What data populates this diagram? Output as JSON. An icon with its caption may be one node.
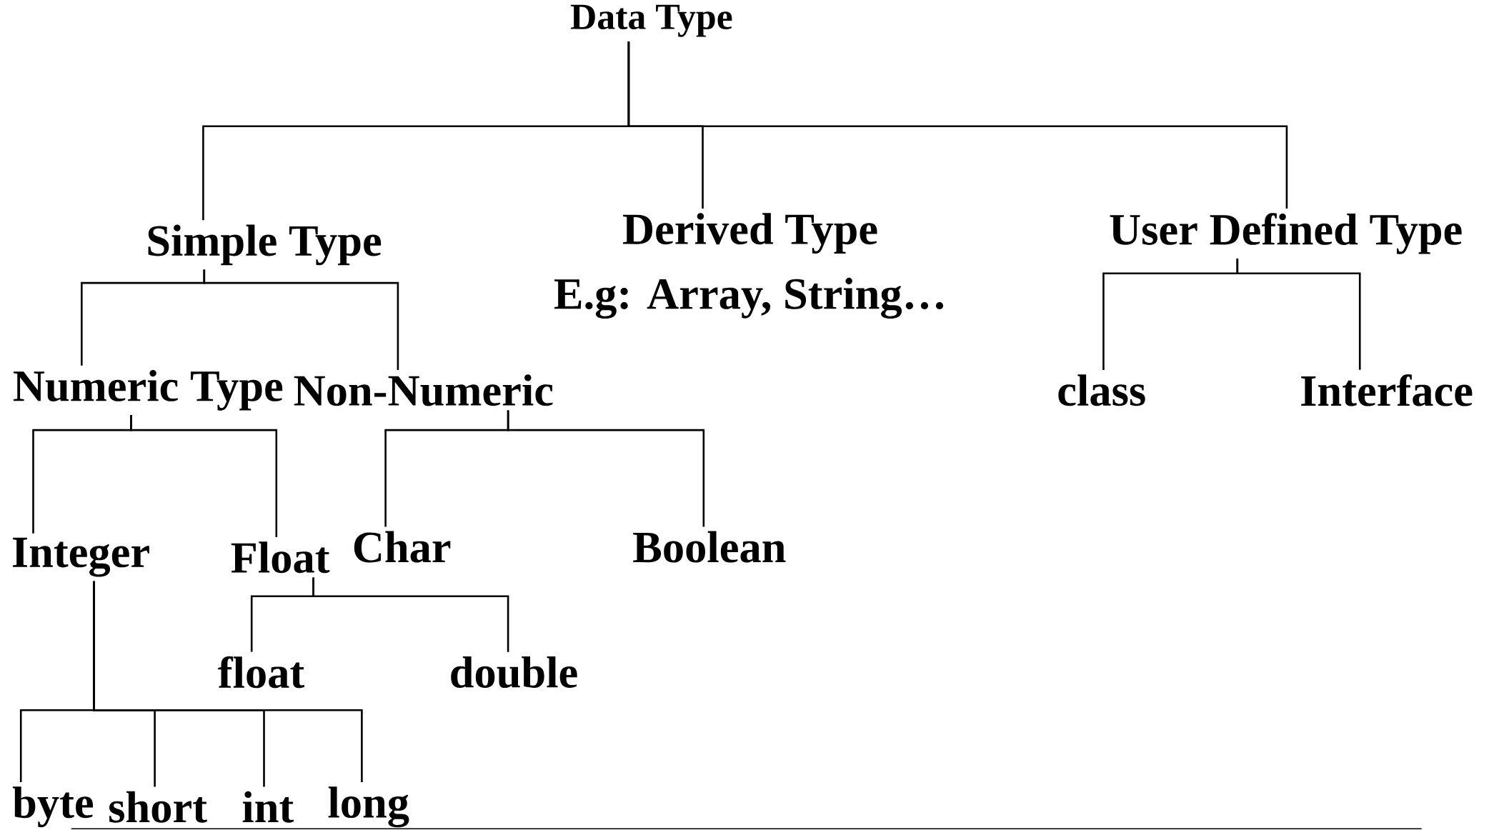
{
  "diagram": {
    "nodes": [
      {
        "text": [
          "Data Type"
        ]
      },
      {
        "text": [
          "Simple Type"
        ]
      },
      {
        "text": [
          "Derived Type",
          "E.g: Array, String…"
        ]
      },
      {
        "text": [
          "User Defined Type"
        ]
      },
      {
        "text": [
          "Numeric Type"
        ]
      },
      {
        "text": [
          "Non-Numeric"
        ]
      },
      {
        "text": [
          "class"
        ]
      },
      {
        "text": [
          "Interface"
        ]
      },
      {
        "text": [
          "Integer"
        ]
      },
      {
        "text": [
          "Float"
        ]
      },
      {
        "text": [
          "Char"
        ]
      },
      {
        "text": [
          "Boolean"
        ]
      },
      {
        "text": [
          "float"
        ]
      },
      {
        "text": [
          "double"
        ]
      },
      {
        "text": [
          "byte"
        ]
      },
      {
        "text": [
          "short"
        ]
      },
      {
        "text": [
          "int"
        ]
      },
      {
        "text": [
          "long"
        ]
      }
    ],
    "edges": [
      {
        "from": 0,
        "to": 1,
        "arrow": "none"
      },
      {
        "from": 0,
        "to": 2,
        "arrow": "none"
      },
      {
        "from": 0,
        "to": 3,
        "arrow": "none"
      },
      {
        "from": 1,
        "to": 4,
        "arrow": "none"
      },
      {
        "from": 1,
        "to": 5,
        "arrow": "none"
      },
      {
        "from": 3,
        "to": 6,
        "arrow": "none"
      },
      {
        "from": 3,
        "to": 7,
        "arrow": "none"
      },
      {
        "from": 4,
        "to": 8,
        "arrow": "none"
      },
      {
        "from": 4,
        "to": 9,
        "arrow": "none"
      },
      {
        "from": 5,
        "to": 10,
        "arrow": "none"
      },
      {
        "from": 5,
        "to": 11,
        "arrow": "none"
      },
      {
        "from": 9,
        "to": 12,
        "arrow": "none"
      },
      {
        "from": 9,
        "to": 13,
        "arrow": "none"
      },
      {
        "from": 8,
        "to": 14,
        "arrow": "none"
      },
      {
        "from": 8,
        "to": 15,
        "arrow": "none"
      },
      {
        "from": 8,
        "to": 16,
        "arrow": "none"
      },
      {
        "from": 8,
        "to": 17,
        "arrow": "none"
      }
    ]
  }
}
